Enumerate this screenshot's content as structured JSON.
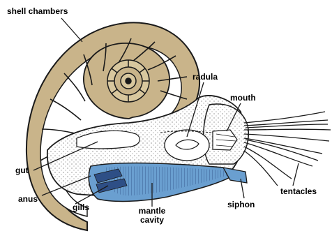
{
  "diagram": {
    "labels": {
      "shell_chambers": "shell chambers",
      "radula": "radula",
      "mouth": "mouth",
      "gut": "gut",
      "anus": "anus",
      "gills": "gills",
      "mantle_cavity_line1": "mantle",
      "mantle_cavity_line2": "cavity",
      "siphon": "siphon",
      "tentacles": "tentacles"
    },
    "colors": {
      "shell": "#c9b48a",
      "outline": "#1a1a1a",
      "body": "#ffffff",
      "stipple": "#555555",
      "gill_blue": "#6a9fd0",
      "gill_dark": "#2e4f86",
      "label_text": "#000000",
      "background": "#ffffff"
    }
  }
}
